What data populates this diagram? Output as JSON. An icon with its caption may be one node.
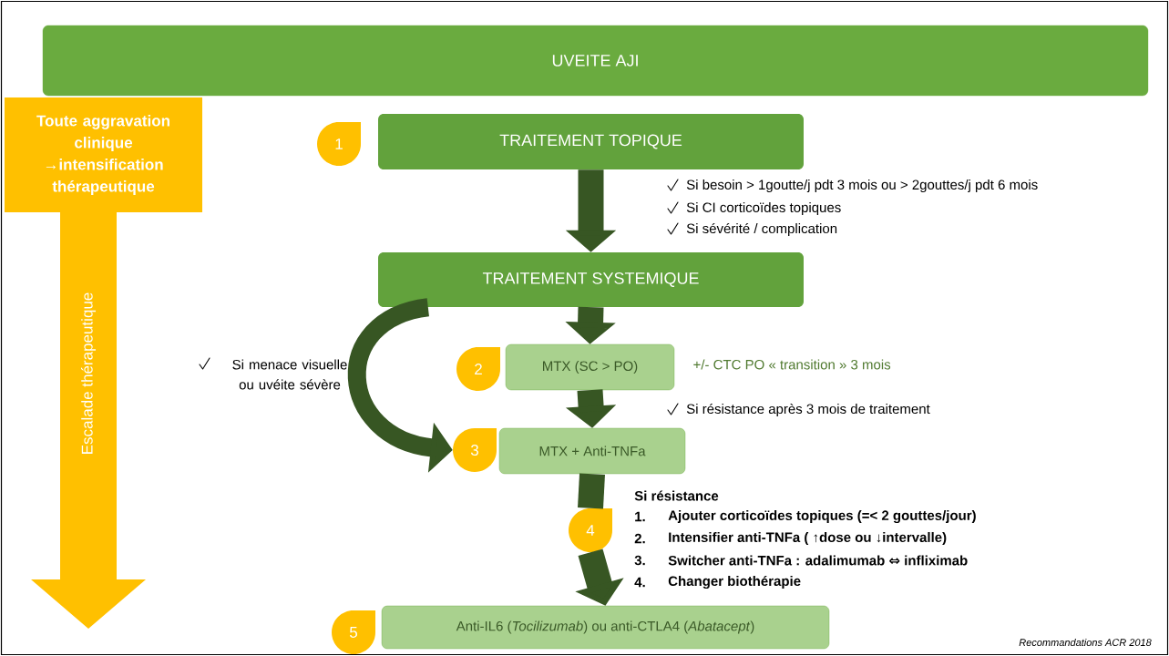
{
  "diagram": {
    "nodes": [
      {
        "text": [
          "UVEITE AJI"
        ]
      },
      {
        "text": [
          "Toute aggravation clinique →intensification thérapeutique"
        ]
      },
      {
        "text": [
          "Escalade thérapeutique"
        ]
      },
      {
        "text": [
          "1"
        ]
      },
      {
        "text": [
          "TRAITEMENT TOPIQUE"
        ]
      },
      {
        "text": [
          "TRAITEMENT SYSTEMIQUE"
        ]
      },
      {
        "text": [
          "2"
        ]
      },
      {
        "text": [
          "MTX (SC > PO)"
        ],
        "beside": [
          "+/- CTC PO « transition » 3 mois"
        ]
      },
      {
        "text": [
          "3"
        ]
      },
      {
        "text": [
          "MTX + Anti-TNFa"
        ]
      },
      {
        "text": [
          "4"
        ]
      },
      {
        "text": [
          "5"
        ]
      },
      {
        "text": [
          "Anti-IL6 (*Tocilizumab*) ou anti-CTLA4 (*Abatacept*)"
        ]
      }
    ],
    "edges": [
      {
        "from": 4,
        "to": 5,
        "arrow": "to"
      },
      {
        "from": 5,
        "to": 7,
        "arrow": "to"
      },
      {
        "from": 5,
        "to": 8,
        "arrow": "to"
      },
      {
        "from": 7,
        "to": 9,
        "arrow": "to"
      },
      {
        "from": 9,
        "to": 10,
        "arrow": "none"
      },
      {
        "from": 10,
        "to": 12,
        "arrow": "to"
      }
    ],
    "labels": [
      "Si besoin > 1goutte/j pdt 3 mois ou > 2gouttes/j pdt 6 mois",
      "Si CI corticoïdes topiques",
      "Si sévérité / complication",
      "Si menace visuelle ou uvéite sévère",
      "Si résistance après 3 mois de traitement",
      "Si résistance",
      "1.",
      "Ajouter corticoïdes topiques (=< 2 gouttes/jour)",
      "2.",
      "Intensifier anti-TNFa ( ↑dose ou ↓intervalle)",
      "3.",
      "Switcher anti-TNFa : adalimumab ⇔ infliximab",
      "4.",
      "Changer biothérapie",
      "Recommandations ACR 2018"
    ]
  }
}
